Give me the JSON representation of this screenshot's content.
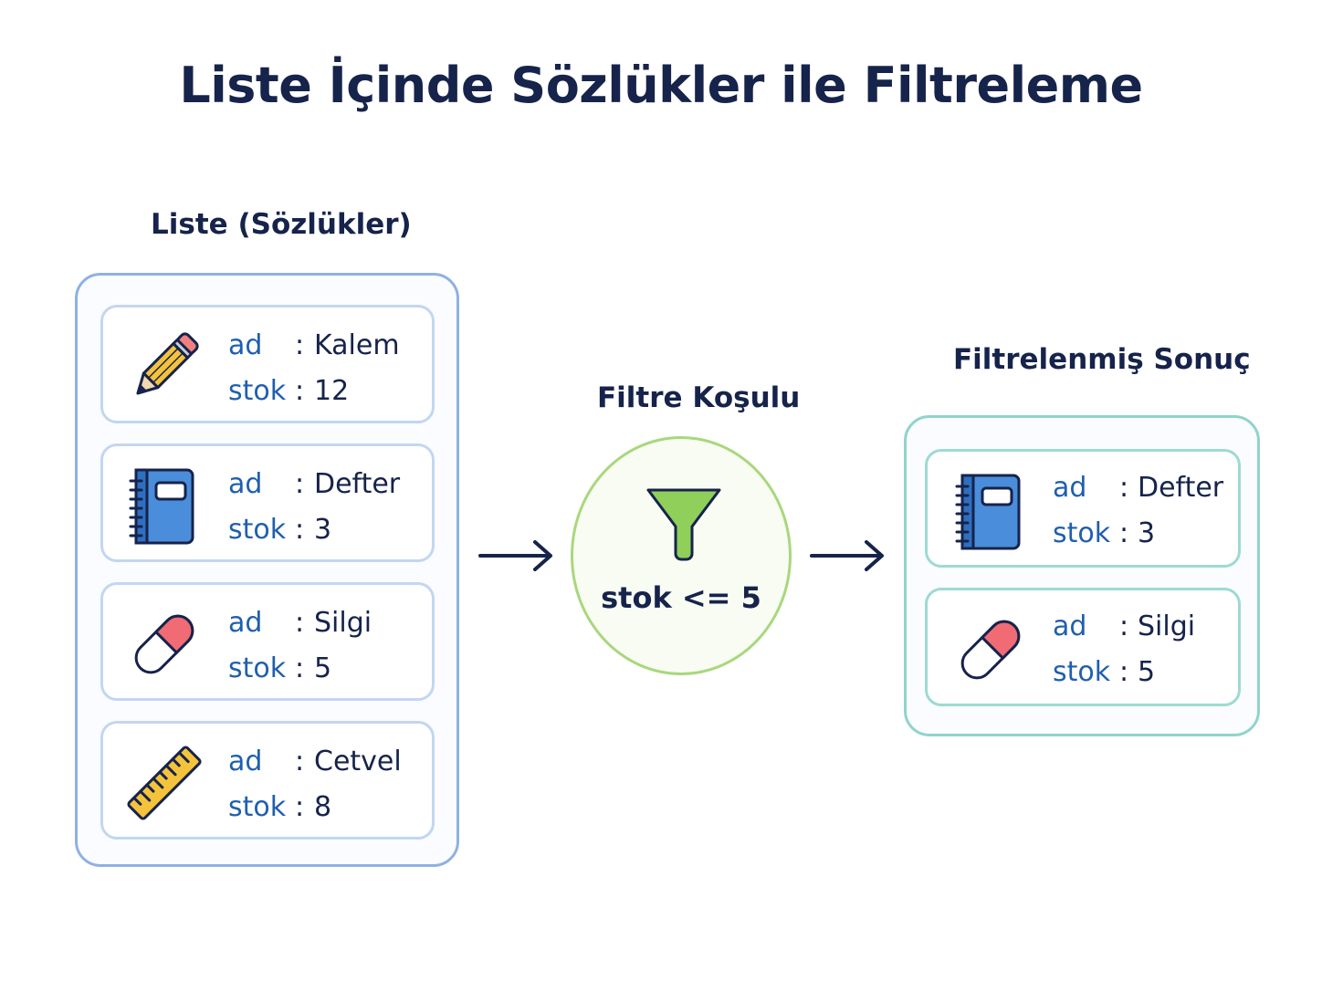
{
  "title": "Liste İçinde Sözlükler ile Filtreleme",
  "list_label": "Liste (Sözlükler)",
  "filter_label": "Filtre Koşulu",
  "filter_condition": "stok <= 5",
  "result_label": "Filtrelenmiş Sonuç",
  "key_ad": "ad",
  "key_stok": "stok",
  "separator": ":",
  "items": [
    {
      "icon": "pencil-icon",
      "ad": "Kalem",
      "stok": "12"
    },
    {
      "icon": "notebook-icon",
      "ad": "Defter",
      "stok": "3"
    },
    {
      "icon": "eraser-icon",
      "ad": "Silgi",
      "stok": "5"
    },
    {
      "icon": "ruler-icon",
      "ad": "Cetvel",
      "stok": "8"
    }
  ],
  "results": [
    {
      "icon": "notebook-icon",
      "ad": "Defter",
      "stok": "3"
    },
    {
      "icon": "eraser-icon",
      "ad": "Silgi",
      "stok": "5"
    }
  ],
  "colors": {
    "title": "#16234b",
    "key": "#1f5fae",
    "list_border": "#8fb1e3",
    "result_border": "#8fd4cb",
    "filter_border": "#a9d77d",
    "funnel": "#8fcf5a"
  }
}
